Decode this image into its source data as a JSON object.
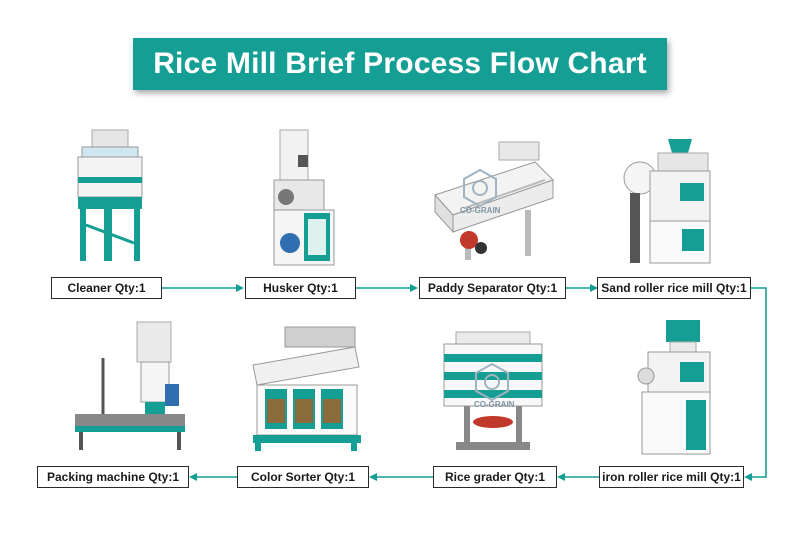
{
  "title": "Rice Mill Brief Process Flow Chart",
  "stages": [
    {
      "label": "Cleaner Qty:1"
    },
    {
      "label": "Husker Qty:1"
    },
    {
      "label": "Paddy Separator Qty:1"
    },
    {
      "label": "Sand roller rice mill Qty:1"
    },
    {
      "label": "iron roller rice mill Qty:1"
    },
    {
      "label": "Rice grader Qty:1"
    },
    {
      "label": "Color Sorter Qty:1"
    },
    {
      "label": "Packing machine Qty:1"
    }
  ],
  "watermark": "CO-GRAIN",
  "colors": {
    "accent": "#149e94",
    "machine_body": "#f2f2f2",
    "arrow": "#149e94",
    "box_border": "#2a2a2a"
  }
}
